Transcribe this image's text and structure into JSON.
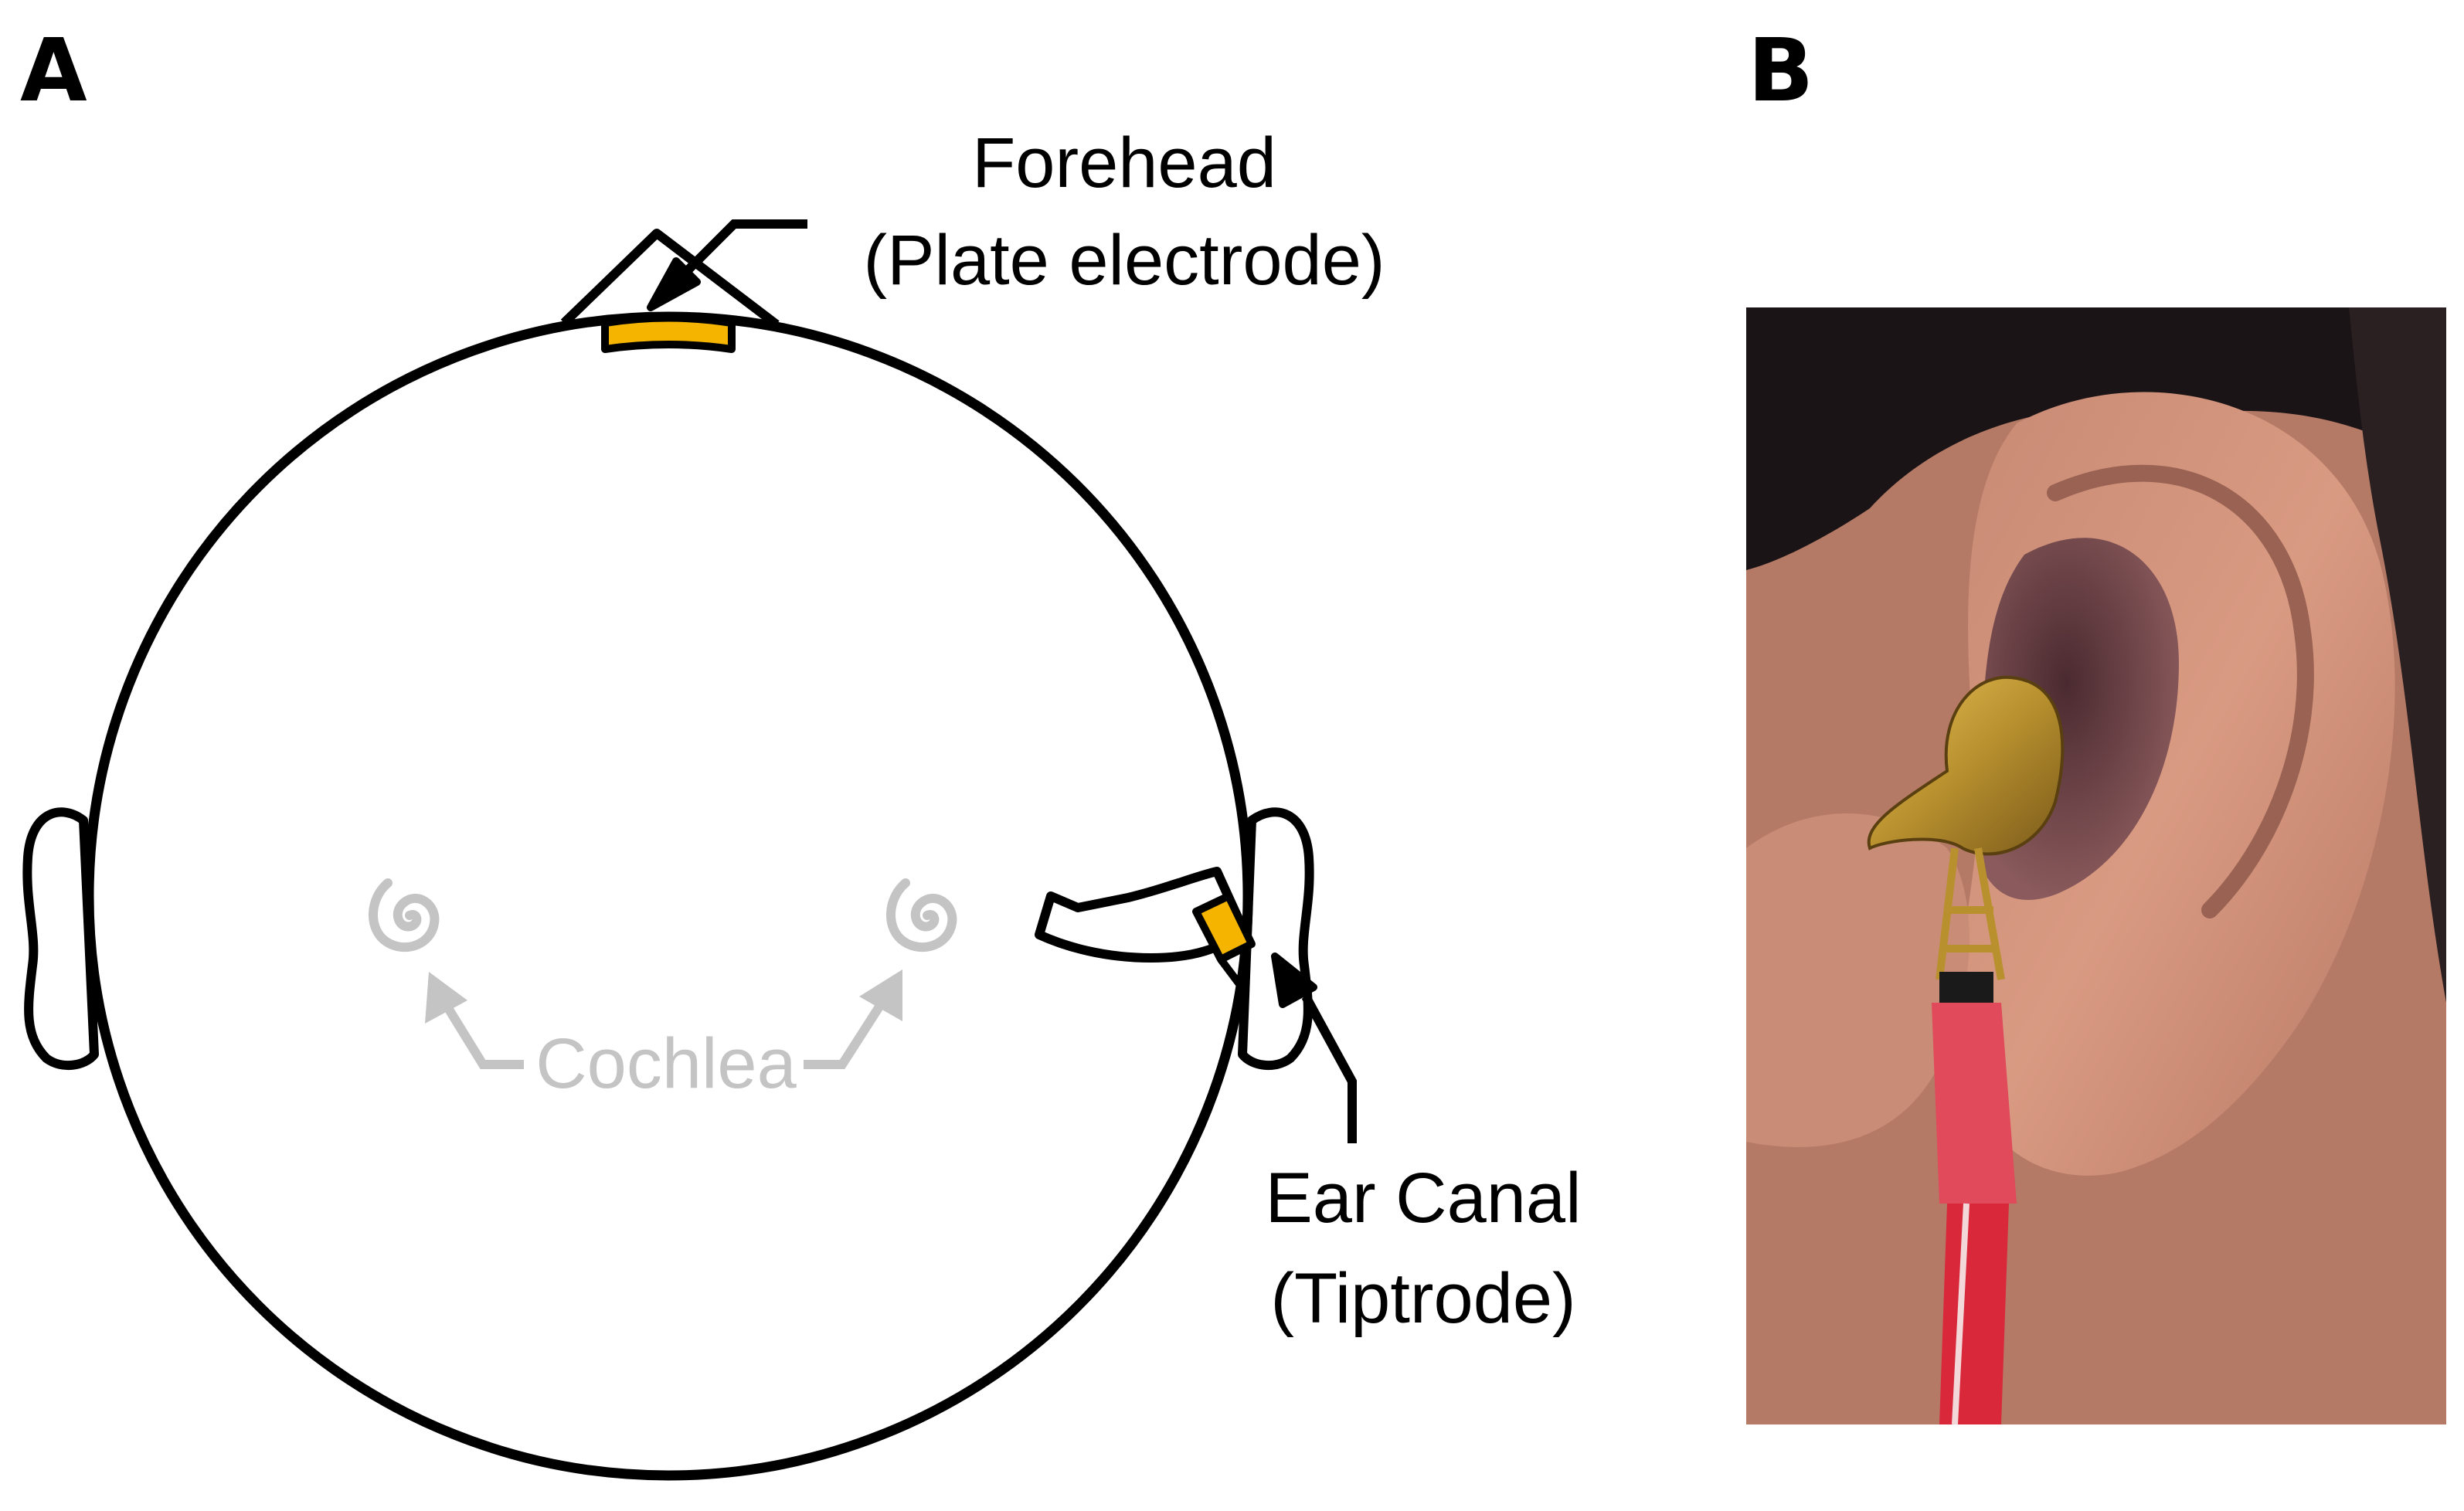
{
  "panels": {
    "a": {
      "letter": "A"
    },
    "b": {
      "letter": "B"
    }
  },
  "labels": {
    "forehead": "Forehead",
    "forehead_sub": "(Plate electrode)",
    "cochlea": "Cochlea",
    "ear_canal": "Ear Canal",
    "ear_canal_sub": "(Tiptrode)"
  },
  "colors": {
    "electrode": "#f4b400",
    "outline": "#000000",
    "cochlea": "#c4c4c4"
  }
}
